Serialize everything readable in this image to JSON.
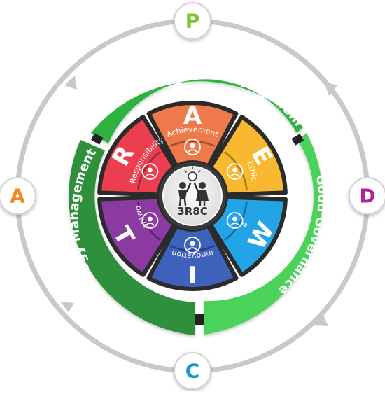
{
  "cycle": {
    "nodes": [
      {
        "letter": "P",
        "color": "#7cc22a"
      },
      {
        "letter": "D",
        "color": "#b0239d"
      },
      {
        "letter": "C",
        "color": "#1996cf"
      },
      {
        "letter": "A",
        "color": "#f08a1c"
      }
    ],
    "ring_color": "#c9c9c9"
  },
  "bands": [
    {
      "id": "philosophy",
      "label": "Philosophy of Sufficiency Economy",
      "color": "#2fb33f"
    },
    {
      "id": "good-governance",
      "label": "Good Governance",
      "color": "#4cd25a"
    },
    {
      "id": "technology",
      "label": "Technology Management",
      "color": "#2e8f3d"
    }
  ],
  "segments": [
    {
      "id": "achievement",
      "letter": "A",
      "label": "Achievement",
      "color": "#ee7a4c",
      "icon": "medal-icon"
    },
    {
      "id": "ethic",
      "letter": "E",
      "label": "Ethic",
      "color": "#f8b830",
      "icon": "heart-hand-icon"
    },
    {
      "id": "web",
      "letter": "W",
      "label": "Web",
      "color": "#22a4e6",
      "icon": "network-icon"
    },
    {
      "id": "innovation",
      "letter": "I",
      "label": "Innovation",
      "color": "#3e61bb",
      "icon": "gears-icon"
    },
    {
      "id": "teamwork",
      "letter": "T",
      "label": "Teamwork",
      "color": "#8a3aa0",
      "icon": "team-icon"
    },
    {
      "id": "responsibility",
      "letter": "R",
      "label": "Responsibility",
      "color": "#eb3f4f",
      "icon": "people-icon"
    }
  ],
  "center": {
    "label": "3R8C",
    "icon": "kids-idea-icon"
  }
}
